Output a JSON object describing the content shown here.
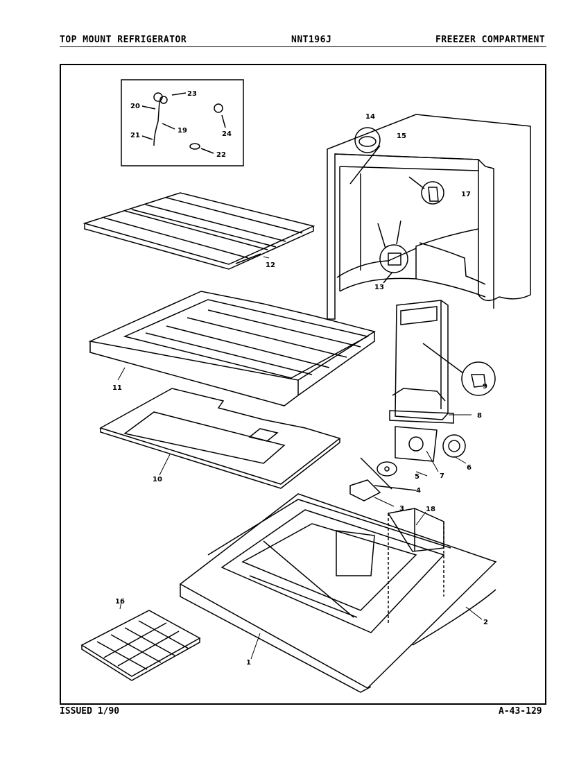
{
  "header": {
    "left": "TOP MOUNT REFRIGERATOR",
    "center": "NNT196J",
    "right": "FREEZER COMPARTMENT"
  },
  "footer": {
    "issued": "ISSUED 1/90",
    "code": "A-43-129"
  },
  "callouts": [
    {
      "id": "c23",
      "label": "23"
    },
    {
      "id": "c20",
      "label": "20"
    },
    {
      "id": "c19",
      "label": "19"
    },
    {
      "id": "c21",
      "label": "21"
    },
    {
      "id": "c24",
      "label": "24"
    },
    {
      "id": "c22",
      "label": "22"
    },
    {
      "id": "c14",
      "label": "14"
    },
    {
      "id": "c15",
      "label": "15"
    },
    {
      "id": "c17",
      "label": "17"
    },
    {
      "id": "c13",
      "label": "13"
    },
    {
      "id": "c12",
      "label": "12"
    },
    {
      "id": "c11",
      "label": "11"
    },
    {
      "id": "c10",
      "label": "10"
    },
    {
      "id": "c9",
      "label": "9"
    },
    {
      "id": "c8",
      "label": "8"
    },
    {
      "id": "c7",
      "label": "7"
    },
    {
      "id": "c6",
      "label": "6"
    },
    {
      "id": "c5",
      "label": "5"
    },
    {
      "id": "c4",
      "label": "4"
    },
    {
      "id": "c3",
      "label": "3"
    },
    {
      "id": "c18",
      "label": "18"
    },
    {
      "id": "c16",
      "label": "16"
    },
    {
      "id": "c2",
      "label": "2"
    },
    {
      "id": "c1",
      "label": "1"
    }
  ]
}
